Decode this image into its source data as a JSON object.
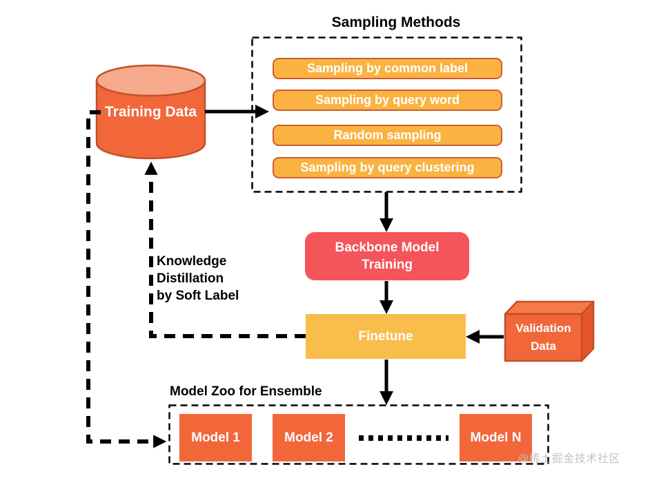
{
  "colors": {
    "orange": "#F1673A",
    "orange_border": "#C14F27",
    "cylinder_top": "#F7A98B",
    "box3d_top": "#F57A45",
    "box3d_side": "#E5572B",
    "pill_fill": "#FAB342",
    "pill_border": "#CF5B30",
    "gold": "#F8BD4B",
    "red": "#F4555A",
    "line": "#000000",
    "watermark": "#C8C3BD"
  },
  "sampling": {
    "title": "Sampling Methods",
    "methods": [
      "Sampling by common label",
      "Sampling by query word",
      "Random sampling",
      "Sampling by query clustering"
    ]
  },
  "nodes": {
    "training_data": "Training Data",
    "backbone": "Backbone Model Training",
    "finetune": "Finetune",
    "validation": "Validation Data"
  },
  "labels": {
    "knowledge_distillation": "Knowledge\nDistillation\nby Soft Label"
  },
  "model_zoo": {
    "title": "Model Zoo for Ensemble",
    "models": [
      "Model 1",
      "Model 2",
      "Model N"
    ]
  },
  "watermark": "@稀土掘金技术社区"
}
